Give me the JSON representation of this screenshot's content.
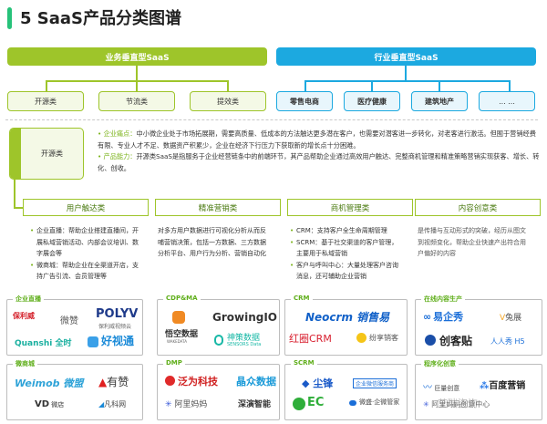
{
  "title": "5  SaaS产品分类图谱",
  "top": {
    "business": "业务垂直型SaaS",
    "industry": "行业垂直型SaaS"
  },
  "business_sub": [
    "开源类",
    "节流类",
    "提效类"
  ],
  "industry_sub": [
    "零售电商",
    "医疗健康",
    "建筑地产",
    "... ..."
  ],
  "kaiyuan": {
    "label": "开源类",
    "pain_label": "企业痛点：",
    "pain_text": "中小微企业处于市场拓展期，需要高质量、低成本的方法触达更多潜在客户，也需要对潜客进一步转化，对老客进行激活。但囿于营销经费有限、专业人才不足、数据资产积累少，企业在经济下行压力下获取新的增长点十分困难。",
    "ability_label": "产品能力：",
    "ability_text": "开源类SaaS是指服务于企业经营链条中的前端环节，其产品帮助企业通过高效用户触达、完整商机管理和精准策略营销实现获客、增长、转化、创收。"
  },
  "categories": [
    {
      "name": "用户触达类",
      "items": [
        "企业直播：帮助企业搭建直播间，开展私域营销活动、内部会议培训、数字展会等",
        "微商城：帮助企业在全渠道开店，支持广告引流、会员管理等"
      ]
    },
    {
      "name": "精准营销类",
      "text": "对多方用户数据进行可视化分析从而反哺营销决策，包括一方数据、三方数据分析平台、用户行为分析、营销自动化"
    },
    {
      "name": "商机管理类",
      "items": [
        "CRM：支持客户全生命周期管理",
        "SCRM：基于社交渠道的客户管理，主要用于私域营销",
        "客户与呼叫中心：大量处理客户咨询消息，还可辅助企业营销"
      ]
    },
    {
      "name": "内容创意类",
      "text": "是传播与互动形式的突破，经历从图文到视频变化，帮助企业快速产出符合用户偏好的内容"
    }
  ],
  "logo_groups": {
    "live": {
      "label": "企业直播",
      "logos": [
        "保利威",
        "微赞",
        "POLYV",
        "保利威视频云",
        "Quanshi 全时",
        "好视通"
      ]
    },
    "cdp": {
      "label": "CDP&MA",
      "logos": [
        "GrowingIO",
        "悟空数据",
        "WAKEDATA",
        "神策数据",
        "SENSORS Data"
      ]
    },
    "crm": {
      "label": "CRM",
      "logos": [
        "Neocrm 销售易",
        "红圈CRM",
        "纷享销客"
      ]
    },
    "content": {
      "label": "在线内容生产",
      "logos": [
        "易企秀",
        "兔展",
        "创客贴",
        "人人秀 H5"
      ]
    },
    "mall": {
      "label": "微商城",
      "logos": [
        "Weimob 微盟",
        "有赞",
        "微店",
        "凡科网"
      ]
    },
    "dmp": {
      "label": "DMP",
      "logos": [
        "泛为科技",
        "晶众数据",
        "阿里妈妈",
        "深演智能"
      ]
    },
    "scrm": {
      "label": "SCRM",
      "logos": [
        "尘锋",
        "企业微信服务商",
        "EC",
        "微盛·企微管家"
      ]
    },
    "creative": {
      "label": "程序化创意",
      "logos": [
        "巨量创意",
        "百度营销",
        "阿里妈妈创意中心"
      ]
    }
  },
  "watermark": "艾瑞咨询",
  "colors": {
    "green": "#9ec52a",
    "blue": "#1ca9e0",
    "title_accent": "#27c27a"
  }
}
